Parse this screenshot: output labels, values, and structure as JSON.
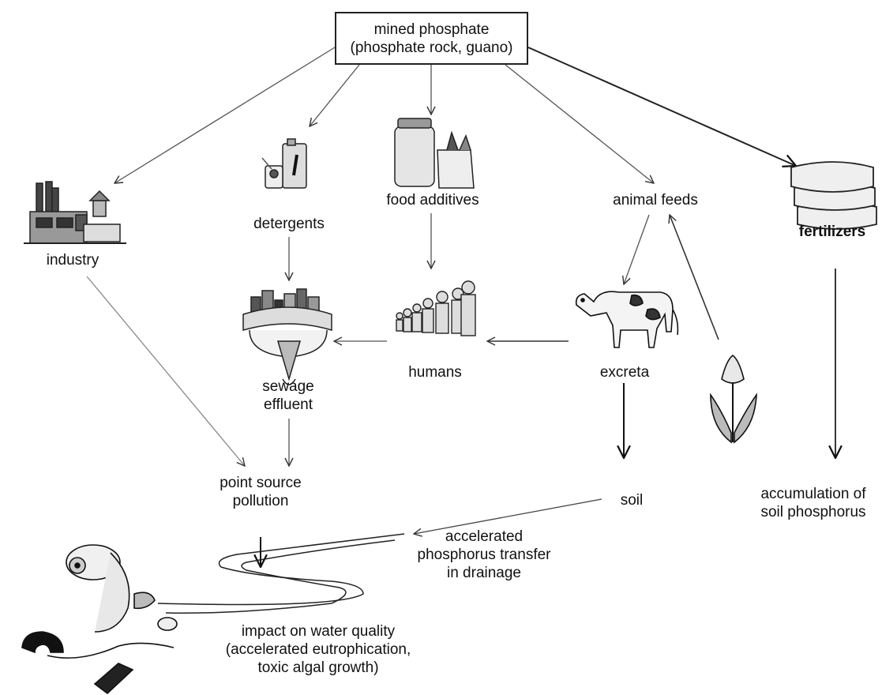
{
  "diagram": {
    "source_node": {
      "line1": "mined phosphate",
      "line2": "(phosphate rock, guano)"
    },
    "nodes": {
      "industry": "industry",
      "detergents": "detergents",
      "food_additives": "food additives",
      "animal_feeds": "animal feeds",
      "fertilizers": "fertilizers",
      "humans": "humans",
      "excreta": "excreta",
      "sewage_effluent": "sewage\neffluent",
      "point_source_pollution": "point source\npollution",
      "soil": "soil",
      "accumulation": "accumulation of\nsoil phosphorus",
      "accelerated_transfer": "accelerated\nphosphorus transfer\nin drainage",
      "impact": "impact on water quality\n(accelerated eutrophication,\ntoxic algal growth)"
    },
    "icons": [
      "factory-icon",
      "detergent-bottles-icon",
      "food-jar-bag-icon",
      "fertilizer-sacks-icon",
      "people-group-icon",
      "cow-icon",
      "sewage-city-icon",
      "tulip-plant-icon",
      "polluted-fish-icon",
      "river-icon"
    ]
  }
}
